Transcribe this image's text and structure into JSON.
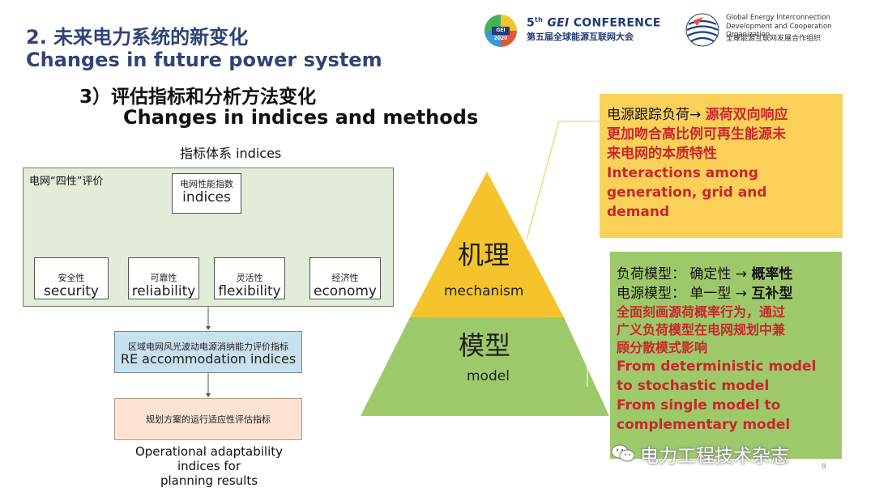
{
  "header": {
    "title_cn": "2. 未来电力系统的新变化",
    "title_en": "Changes in future power system",
    "subtitle_cn": "3）评估指标和分析方法变化",
    "subtitle_en": "Changes in indices and methods"
  },
  "logos": {
    "gei_badge": "GEI 2020",
    "gei_number": "5",
    "gei_sup": "th",
    "gei_word": "GEI",
    "gei_conf": "CONFERENCE",
    "gei_cn": "第五届全球能源互联网大会",
    "org_en_1": "Global Energy Interconnection",
    "org_en_2": "Development and Cooperation Organization",
    "org_cn": "全球能源互联网发展合作组织"
  },
  "indices": {
    "caption": "指标体系  indices",
    "group_label": "电网“四性”评价",
    "top": {
      "cn": "电网性能指数",
      "en": "indices"
    },
    "items": [
      {
        "cn": "安全性",
        "en": "security"
      },
      {
        "cn": "可靠性",
        "en": "reliability"
      },
      {
        "cn": "灵活性",
        "en": "flexibility"
      },
      {
        "cn": "经济性",
        "en": "economy"
      }
    ],
    "re_box": {
      "cn": "区域电网风光波动电源消纳能力评价指标",
      "en": "RE accommodation indices"
    },
    "plan_box": {
      "cn": "规划方案的运行适应性评估指标"
    },
    "plan_en_1": "Operational adaptability",
    "plan_en_2": "indices for",
    "plan_en_3": "planning results"
  },
  "pyramid": {
    "top_cn": "机理",
    "top_en": "mechanism",
    "bottom_cn": "模型",
    "bottom_en": "model",
    "colors": {
      "top": "#f5c42c",
      "bottom": "#9ec96b"
    }
  },
  "mechanism_box": {
    "line1_a": "电源跟踪负荷→",
    "line1_b": "源荷双向响应",
    "line2": "更加吻合高比例可再生能源未",
    "line3": "来电网的本质特性",
    "line4": "Interactions among",
    "line5": "generation, grid and",
    "line6": "demand"
  },
  "model_box": {
    "line1_a": "负荷模型： 确定性 →",
    "line1_b": "概率性",
    "line2_a": "电源模型： 单一型 →",
    "line2_b": "互补型",
    "line3": "全面刻画源荷概率行为，通过",
    "line4": "广义负荷模型在电网规划中兼",
    "line5": "顾分散模式影响",
    "line6": "From deterministic model",
    "line7": "to stochastic model",
    "line8": "From single model to",
    "line9": "complementary model"
  },
  "watermark": "电力工程技术杂志",
  "page_number": "9"
}
